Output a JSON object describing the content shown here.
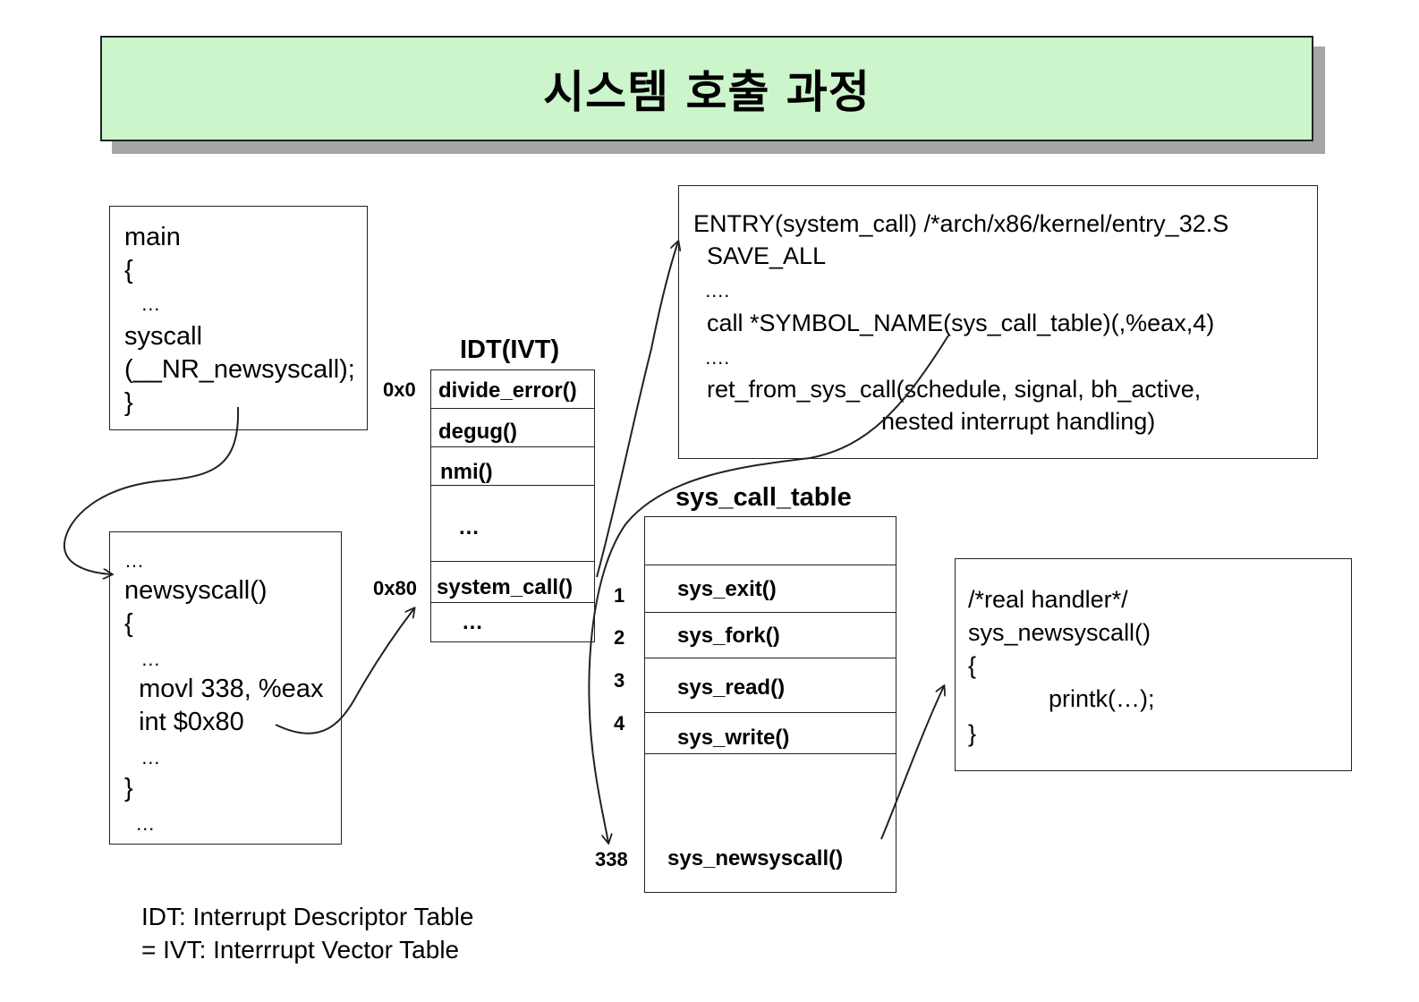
{
  "title": "시스템 호출 과정",
  "main_box": {
    "lines": [
      "main",
      "{",
      "   …",
      "syscall",
      "(__NR_newsyscall);",
      "}"
    ]
  },
  "newsyscall_box": {
    "lines": [
      "…",
      "newsyscall()",
      "{",
      "   …",
      "  movl 338, %eax",
      "  int $0x80",
      "   …",
      "}",
      "  …"
    ]
  },
  "idt": {
    "title": "IDT(IVT)",
    "addr_0": "0x0",
    "addr_80": "0x80",
    "entries": [
      "divide_error()",
      "degug()",
      "nmi()",
      "…",
      "system_call()",
      "…"
    ]
  },
  "entry_box": {
    "lines": [
      "ENTRY(system_call) /*arch/x86/kernel/entry_32.S",
      "  SAVE_ALL",
      "  ….",
      "  call *SYMBOL_NAME(sys_call_table)(,%eax,4)",
      "  ….",
      "  ret_from_sys_call(schedule, signal, bh_active,",
      "                            nested interrupt handling)"
    ]
  },
  "sys_call_table": {
    "title": "sys_call_table",
    "rows": [
      {
        "num": "1",
        "name": "sys_exit()"
      },
      {
        "num": "2",
        "name": "sys_fork()"
      },
      {
        "num": "3",
        "name": "sys_read()"
      },
      {
        "num": "4",
        "name": "sys_write()"
      },
      {
        "num": "338",
        "name": "sys_newsyscall()"
      }
    ]
  },
  "handler_box": {
    "lines": [
      "/*real handler*/",
      "sys_newsyscall()",
      "{",
      "            printk(…);",
      "}"
    ]
  },
  "notes": {
    "line1": "IDT: Interrupt Descriptor Table",
    "line2": "= IVT: Interrrupt Vector Table"
  },
  "colors": {
    "title_bg": "#ccf5cc",
    "title_shadow": "#a6a6a6",
    "stroke": "#222222"
  }
}
